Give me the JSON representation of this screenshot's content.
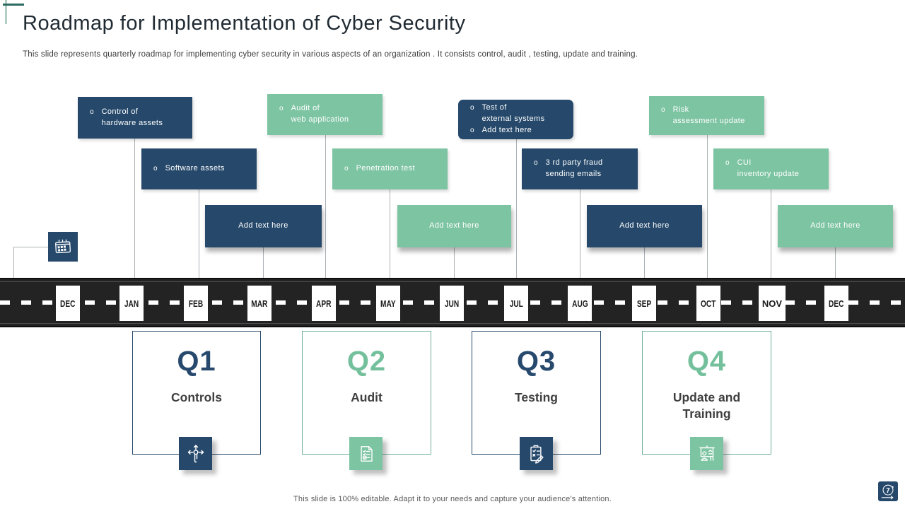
{
  "ui": {
    "bullet": "o"
  },
  "header": {
    "title": "Roadmap for Implementation of Cyber Security",
    "subtitle": "This slide represents quarterly roadmap for implementing cyber security in various aspects of  an organization . It consists control, audit , testing, update and training."
  },
  "cards": [
    {
      "text": "Control of\nhardware assets"
    },
    {
      "text": "Software assets"
    },
    {
      "text": "Add text here"
    },
    {
      "text": "Audit of\nweb application"
    },
    {
      "text": "Penetration test"
    },
    {
      "text": "Add text here"
    },
    {
      "text": "Test of\nexternal systems",
      "text2": "Add text here"
    },
    {
      "text": "3 rd party fraud\nsending emails"
    },
    {
      "text": "Add text here"
    },
    {
      "text": "Risk\nassessment update"
    },
    {
      "text": "CUI\ninventory  update"
    },
    {
      "text": "Add text here"
    }
  ],
  "road": {
    "months": [
      "DEC",
      "JAN",
      "FEB",
      "MAR",
      "APR",
      "MAY",
      "JUN",
      "JUL",
      "AUG",
      "SEP",
      "OCT",
      "NOV",
      "DEC"
    ],
    "highlighted_month": "NOV"
  },
  "quarters": [
    {
      "number": "Q1",
      "label": "Controls"
    },
    {
      "number": "Q2",
      "label": "Audit"
    },
    {
      "number": "Q3",
      "label": "Testing"
    },
    {
      "number": "Q4",
      "label": "Update and\nTraining"
    }
  ],
  "footer": {
    "note": "This slide is 100% editable. Adapt it to your needs and capture your audience's attention."
  },
  "help_badge": {
    "number": "7"
  },
  "icons": {
    "left_marker": "calendar-icon",
    "q1": "control-navigation-icon",
    "q2": "audit-checklist-icon",
    "q3": "testing-clipboard-icon",
    "q4": "training-presentation-icon",
    "bottom_right": "help-seven-icon"
  },
  "colors": {
    "navy": "#26496b",
    "green": "#7dc4a2",
    "road_black": "#232323",
    "quarter_number_navy": "#27496d",
    "quarter_number_green": "#74c09c",
    "connector_gray": "#abb1b5"
  }
}
